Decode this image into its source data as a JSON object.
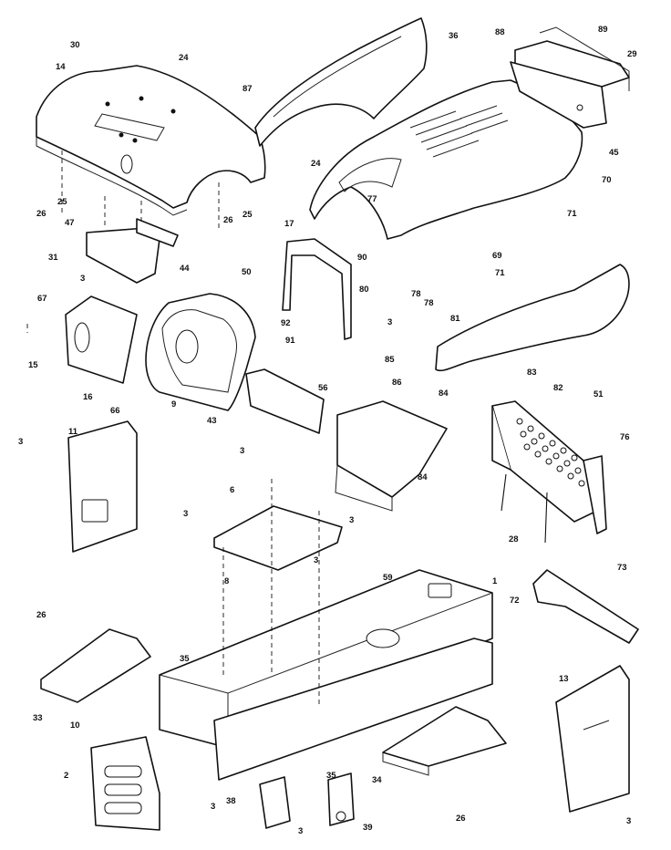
{
  "callouts": {
    "c_30": "30",
    "c_24a": "24",
    "c_14": "14",
    "c_36": "36",
    "c_88": "88",
    "c_89": "89",
    "c_29": "29",
    "c_87": "87",
    "c_45": "45",
    "c_24b": "24",
    "c_25a": "25",
    "c_26a": "26",
    "c_47": "47",
    "c_26b": "26",
    "c_25b": "25",
    "c_17": "17",
    "c_77": "77",
    "c_70": "70",
    "c_71a": "71",
    "c_31": "31",
    "c_44": "44",
    "c_50": "50",
    "c_90": "90",
    "c_69": "69",
    "c_71b": "71",
    "c_3a": "3",
    "c_80": "80",
    "c_78a": "78",
    "c_78b": "78",
    "c_67": "67",
    "c_92": "92",
    "c_91": "91",
    "c_3b": "3",
    "c_81": "81",
    "c_15": "15",
    "c_85": "85",
    "c_16": "16",
    "c_66": "66",
    "c_86": "86",
    "c_83": "83",
    "c_84a": "84",
    "c_82": "82",
    "c_56": "56",
    "c_51": "51",
    "c_9": "9",
    "c_43": "43",
    "c_11": "11",
    "c_76": "76",
    "c_3c": "3",
    "c_3d": "3",
    "c_84b": "84",
    "c_6": "6",
    "c_3e": "3",
    "c_3f": "3",
    "c_3g": "3",
    "c_28": "28",
    "c_73": "73",
    "c_8": "8",
    "c_59": "59",
    "c_1": "1",
    "c_72": "72",
    "c_26c": "26",
    "c_35a": "35",
    "c_33": "33",
    "c_13": "13",
    "c_10": "10",
    "c_2": "2",
    "c_35b": "35",
    "c_34": "34",
    "c_3h": "3",
    "c_38": "38",
    "c_3i": "3",
    "c_39": "39",
    "c_26d": "26",
    "c_3j": "3"
  }
}
